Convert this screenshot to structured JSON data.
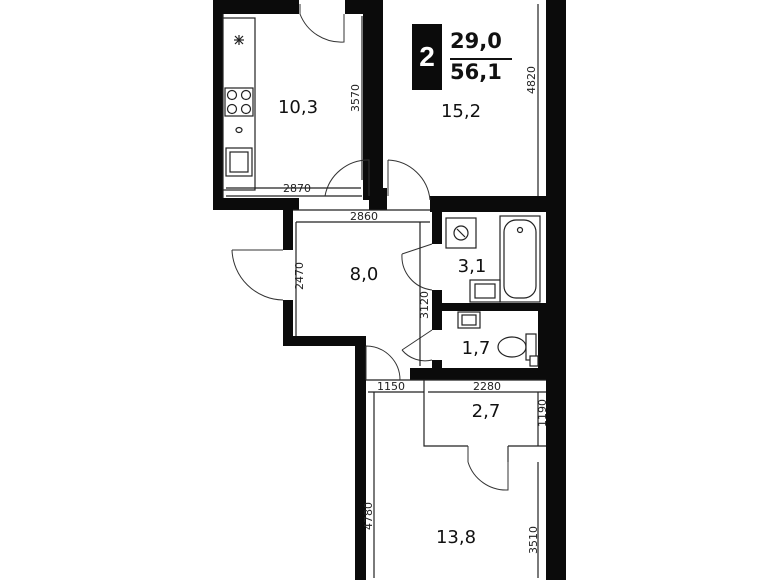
{
  "badge": {
    "rooms": "2",
    "living_area": "29,0",
    "total_area": "56,1"
  },
  "rooms": {
    "kitchen": "10,3",
    "room_1": "15,2",
    "hall": "8,0",
    "bathroom": "3,1",
    "toilet": "1,7",
    "closet": "2,7",
    "room_2": "13,8"
  },
  "dimensions": {
    "kitchen_height": "3570",
    "kitchen_width": "2870",
    "room_1_height": "4820",
    "hall_width": "2860",
    "hall_height": "2470",
    "bath_block_height": "3120",
    "corridor_width": "1150",
    "closet_width": "2280",
    "closet_height": "1190",
    "room_2_height": "4780",
    "room_2_inner_height": "3510"
  },
  "icons": {
    "hood": "hood-icon",
    "stove": "stove-icon",
    "sink": "sink-icon",
    "washer": "washing-machine-icon",
    "bathtub": "bathtub-icon",
    "toilet": "toilet-icon"
  }
}
